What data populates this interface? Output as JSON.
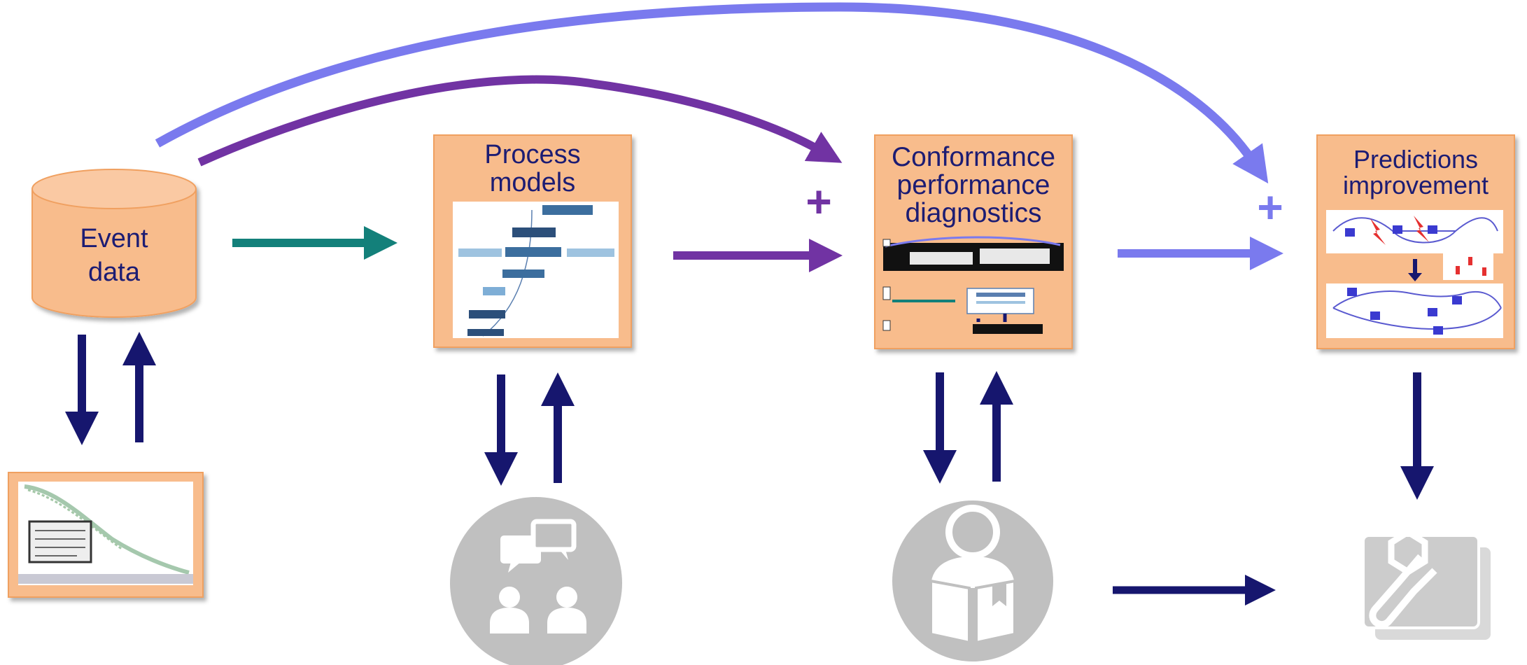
{
  "event_data": {
    "line1": "Event",
    "line2": "data"
  },
  "process_models": {
    "line1": "Process",
    "line2": "models"
  },
  "conformance": {
    "line1": "Conformance",
    "line2": "performance",
    "line3": "diagnostics"
  },
  "predictions": {
    "line1": "Predictions",
    "line2": "improvement"
  },
  "plus_signs": {
    "conformance": "+",
    "predictions": "+"
  },
  "colors": {
    "box_fill": "#f8bc8c",
    "box_border": "#f0a060",
    "title_text": "#1c1c73",
    "arrow_navy": "#16166e",
    "arrow_teal": "#13807a",
    "arrow_purple": "#7133a3",
    "arrow_lavender": "#7a7aee",
    "icon_gray": "#c0c0c0"
  },
  "icons": {
    "discussion": "people-discussion-icon",
    "reader": "person-reading-book-icon",
    "tools": "wrench-hexagon-tools-icon"
  }
}
